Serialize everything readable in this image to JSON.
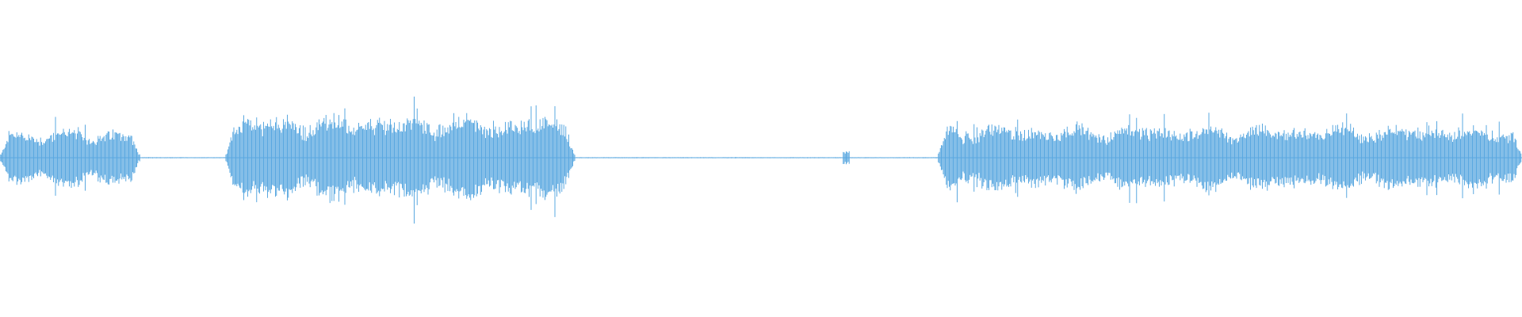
{
  "waveform": {
    "color": "#5aa8e0",
    "background": "#ffffff",
    "segments": [
      {
        "start": 0.0,
        "end": 0.092,
        "level": 0.42,
        "kind": "active"
      },
      {
        "start": 0.092,
        "end": 0.148,
        "level": 0.005,
        "kind": "silence"
      },
      {
        "start": 0.148,
        "end": 0.378,
        "level": 0.62,
        "kind": "active"
      },
      {
        "start": 0.378,
        "end": 0.554,
        "level": 0.005,
        "kind": "silence"
      },
      {
        "start": 0.554,
        "end": 0.558,
        "level": 0.1,
        "kind": "click"
      },
      {
        "start": 0.558,
        "end": 0.616,
        "level": 0.005,
        "kind": "silence"
      },
      {
        "start": 0.616,
        "end": 1.0,
        "level": 0.48,
        "kind": "active"
      }
    ]
  }
}
